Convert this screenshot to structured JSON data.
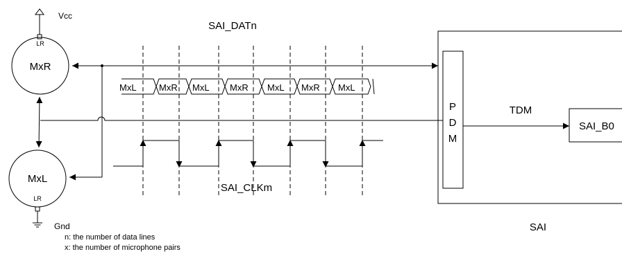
{
  "vcc_label": "Vcc",
  "gnd_label": "Gnd",
  "mic_right": {
    "name": "MxR",
    "pin": "LR"
  },
  "mic_left": {
    "name": "MxL",
    "pin": "LR"
  },
  "data_line_label": "SAI_DATn",
  "clock_line_label": "SAI_CLKm",
  "data_slots": [
    "MxL",
    "MxR",
    "MxL",
    "MxR",
    "MxL",
    "MxR",
    "MxL"
  ],
  "pdm_letters": [
    "P",
    "D",
    "M"
  ],
  "tdm_label": "TDM",
  "sai_block_label": "SAI_B0",
  "sai_label": "SAI",
  "notes": [
    "n: the number of data lines",
    "x: the number of microphone pairs"
  ]
}
